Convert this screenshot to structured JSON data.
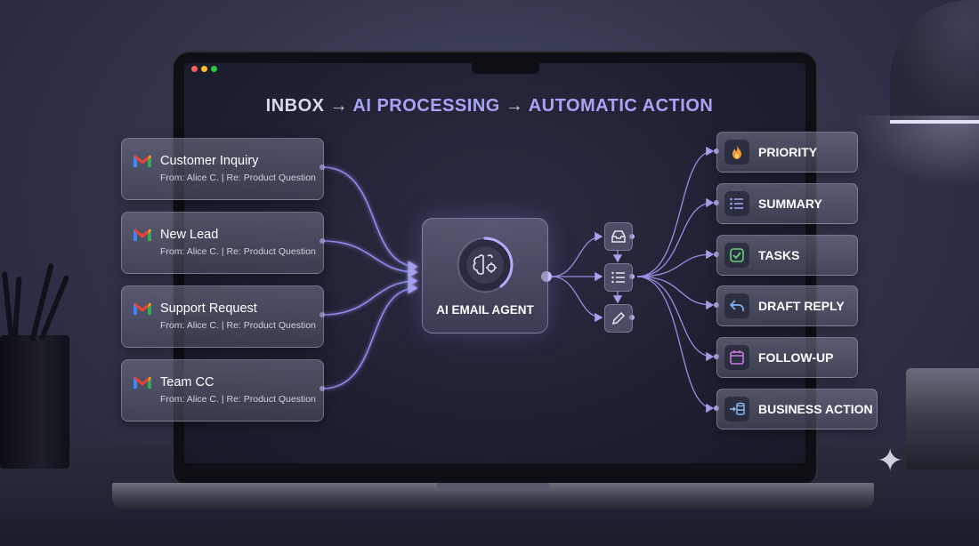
{
  "headline": {
    "inbox": "INBOX",
    "arrow": "→",
    "ai_processing": "AI PROCESSING",
    "automatic_action": "AUTOMATIC ACTION"
  },
  "emails": [
    {
      "title": "Customer Inquiry",
      "meta": "From: Alice C. | Re: Product Question",
      "icon": "gmail-icon"
    },
    {
      "title": "New Lead",
      "meta": "From: Alice C. | Re: Product Question",
      "icon": "gmail-icon"
    },
    {
      "title": "Support Request",
      "meta": "From: Alice C. | Re: Product Question",
      "icon": "gmail-icon"
    },
    {
      "title": "Team CC",
      "meta": "From: Alice C. | Re: Product Question",
      "icon": "gmail-icon"
    }
  ],
  "agent": {
    "label": "AI EMAIL AGENT",
    "icon": "brain-gear-icon"
  },
  "pipeline_steps": [
    {
      "icon": "inbox-tray-icon"
    },
    {
      "icon": "list-icon"
    },
    {
      "icon": "pencil-icon"
    }
  ],
  "actions": [
    {
      "label": "PRIORITY",
      "icon": "flame-icon",
      "color": "#f29a3a"
    },
    {
      "label": "SUMMARY",
      "icon": "list-icon",
      "color": "#9ea8f5"
    },
    {
      "label": "TASKS",
      "icon": "checkbox-icon",
      "color": "#63d27a"
    },
    {
      "label": "DRAFT REPLY",
      "icon": "reply-icon",
      "color": "#7fb3f0"
    },
    {
      "label": "FOLLOW-UP",
      "icon": "calendar-icon",
      "color": "#c77be0"
    },
    {
      "label": "BUSINESS ACTION",
      "icon": "database-arrow-icon",
      "color": "#8fb8f2"
    }
  ],
  "colors": {
    "accent": "#a9a3f5",
    "flow_line": "#9d95ff",
    "window_dot_red": "#ff5f57",
    "window_dot_yellow": "#febc2e",
    "window_dot_green": "#28c840"
  }
}
